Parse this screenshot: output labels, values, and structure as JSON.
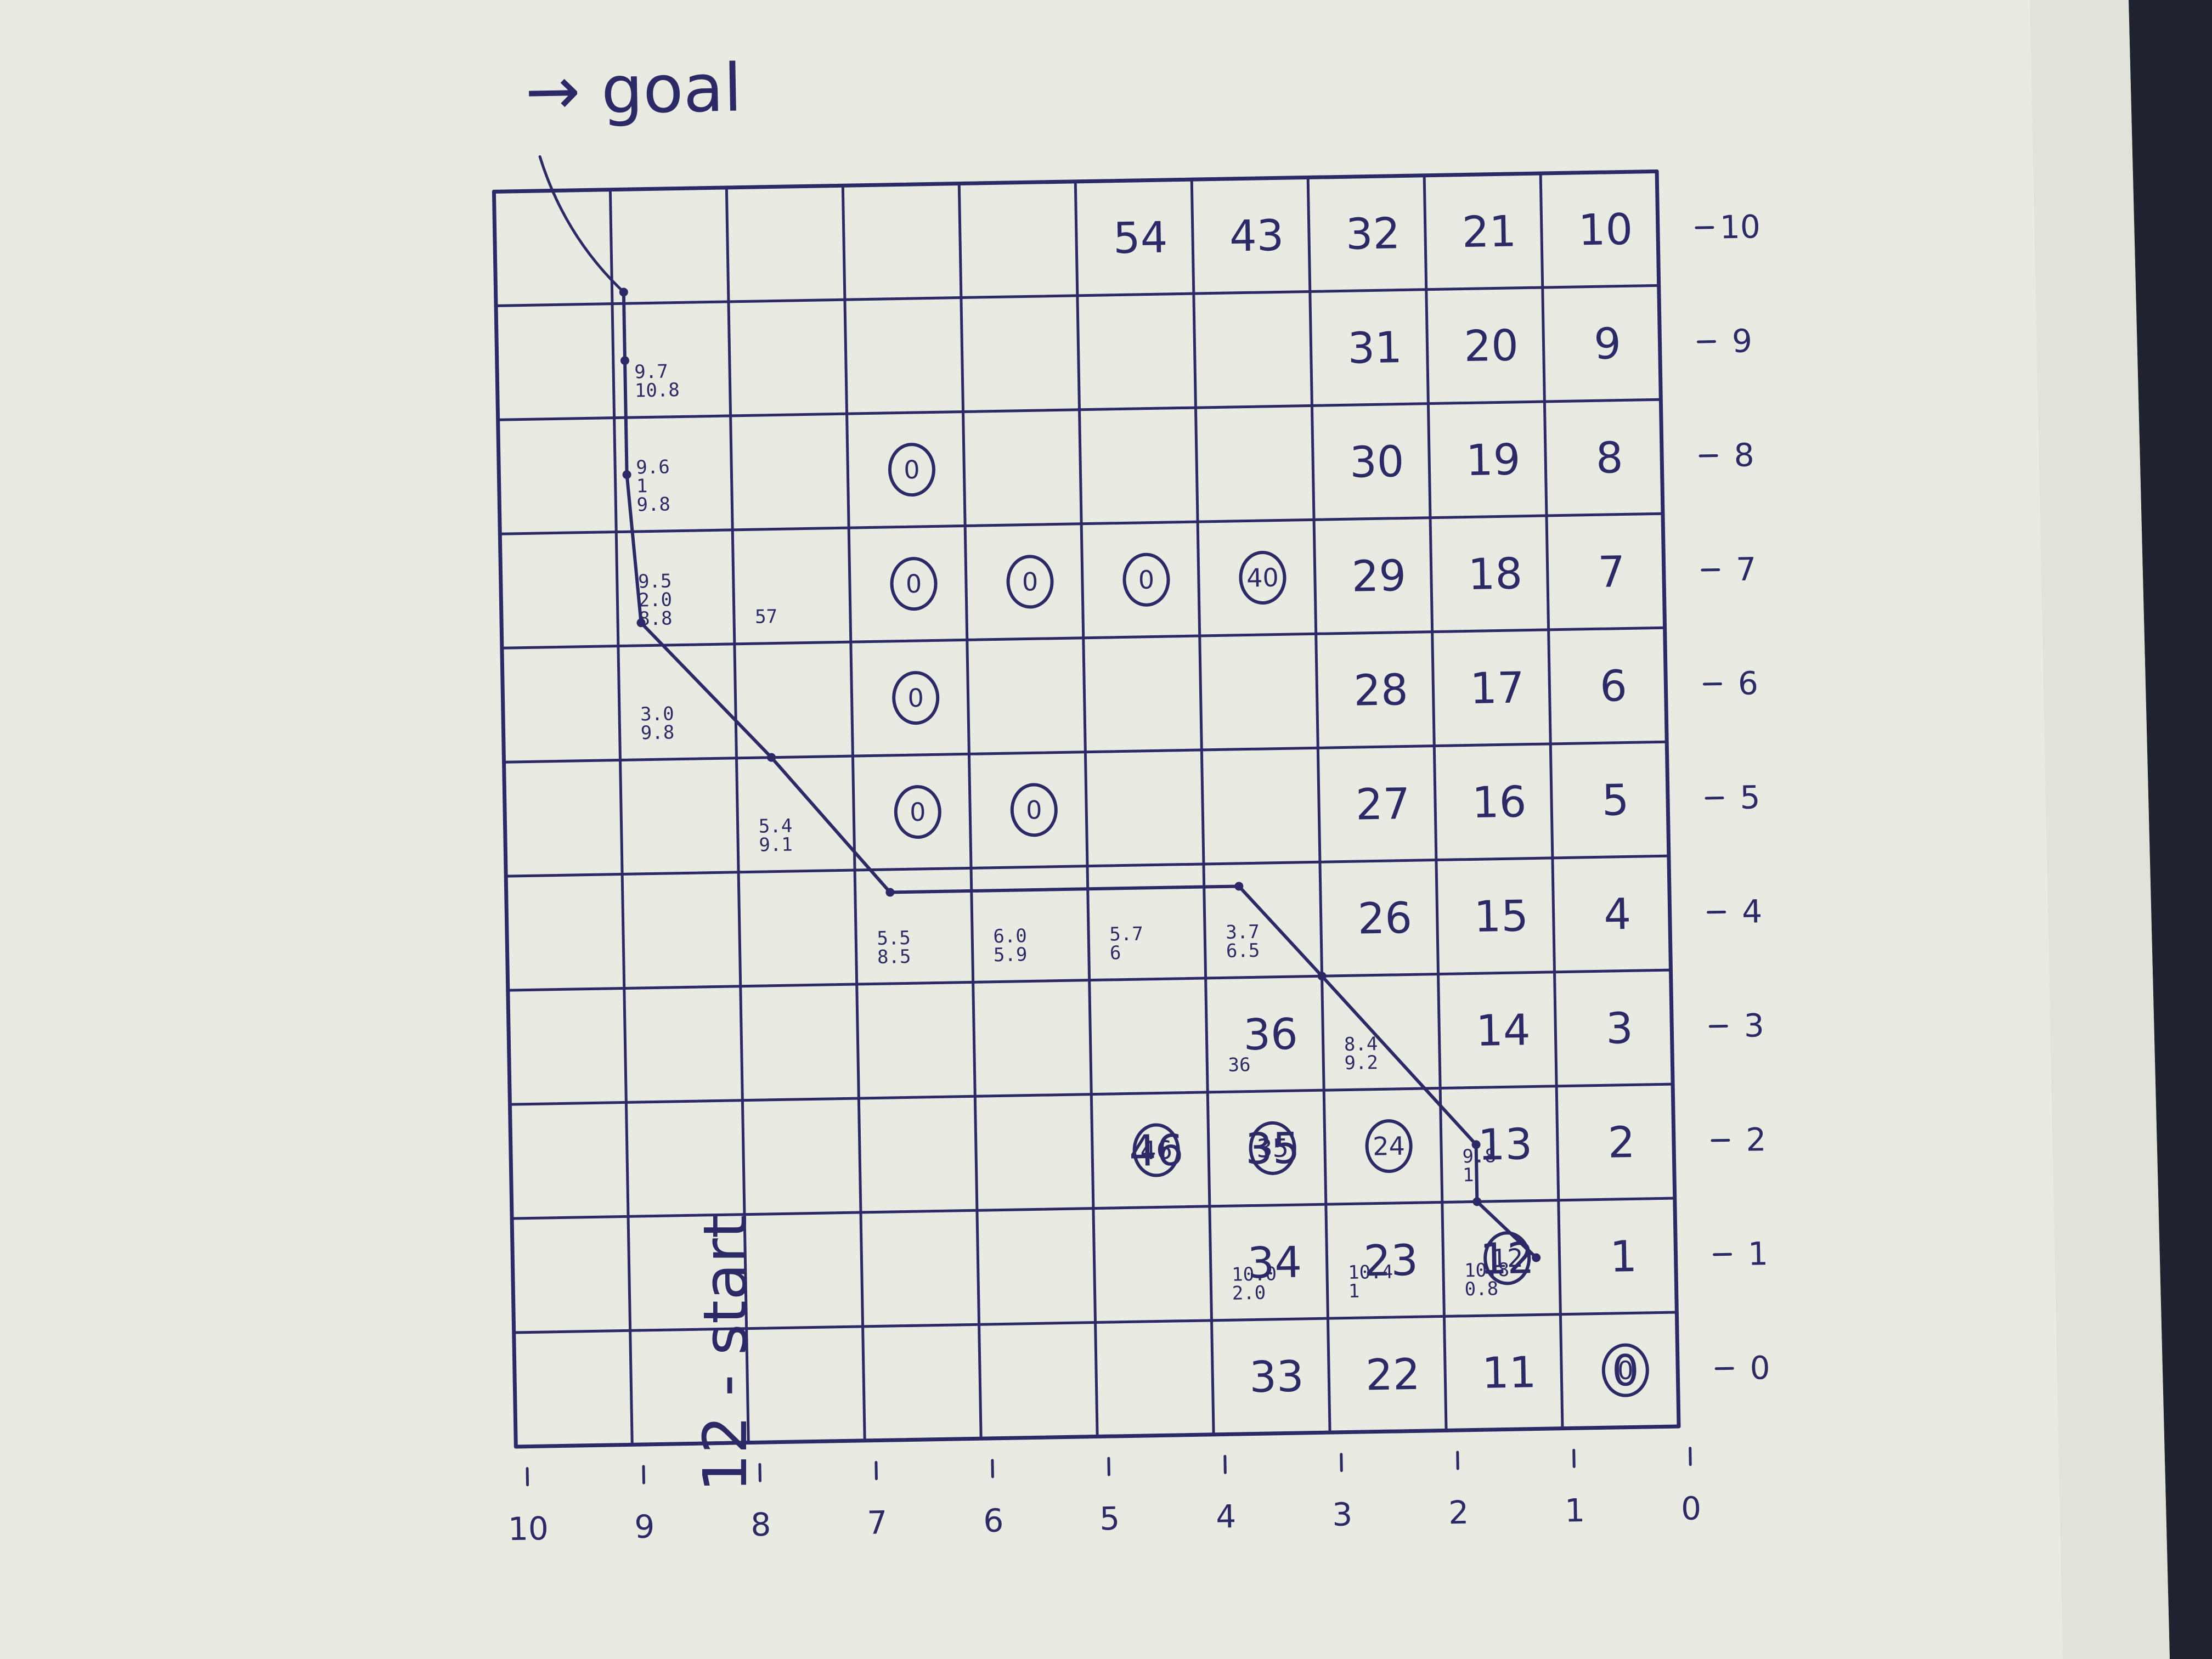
{
  "colors": {
    "paper": "#e9eae2",
    "paper_shadow": "#dcddd4",
    "ink": "#2c2a66",
    "table": "#1f2330"
  },
  "grid": {
    "columns": 11,
    "rows": 10,
    "row_numbers": [
      [
        "0",
        "1",
        "2",
        "3",
        "4",
        "5",
        "6",
        "7",
        "8",
        "9",
        "10"
      ],
      [
        "11",
        "12",
        "13",
        "14",
        "15",
        "16",
        "17",
        "18",
        "19",
        "20",
        "21"
      ],
      [
        "22",
        "23",
        "",
        "",
        "26",
        "27",
        "28",
        "29",
        "30",
        "31",
        "32"
      ],
      [
        "33",
        "34",
        "35",
        "36",
        "",
        "",
        "",
        "",
        "",
        "",
        "43"
      ],
      [
        "",
        "",
        "46",
        "",
        "",
        "",
        "",
        "",
        "",
        "",
        "54"
      ],
      [
        "",
        "",
        "",
        "",
        "",
        "",
        "",
        "",
        "",
        "",
        ""
      ],
      [
        "",
        "",
        "",
        "",
        "",
        "",
        "",
        "",
        "",
        "",
        ""
      ],
      [
        "",
        "",
        "",
        "",
        "",
        "",
        "",
        "",
        "",
        "",
        ""
      ],
      [
        "",
        "",
        "",
        "",
        "",
        "",
        "",
        "",
        "",
        "",
        ""
      ],
      [
        "",
        "",
        "",
        "",
        "",
        "",
        "",
        "",
        "",
        "",
        ""
      ]
    ],
    "circled": [
      {
        "row": 1,
        "col": 1,
        "text": "12"
      },
      {
        "row": 2,
        "col": 2,
        "text": "24"
      },
      {
        "row": 3,
        "col": 2,
        "text": "35"
      },
      {
        "row": 4,
        "col": 2,
        "text": "46"
      },
      {
        "row": 3,
        "col": 7,
        "text": "40"
      },
      {
        "row": 4,
        "col": 7,
        "text": "0"
      },
      {
        "row": 5,
        "col": 7,
        "text": "0"
      },
      {
        "row": 6,
        "col": 7,
        "text": "0"
      },
      {
        "row": 6,
        "col": 8,
        "text": "0"
      },
      {
        "row": 6,
        "col": 5,
        "text": "0"
      },
      {
        "row": 6,
        "col": 6,
        "text": "0"
      },
      {
        "row": 5,
        "col": 5,
        "text": "0"
      },
      {
        "row": 0,
        "col": 0,
        "text": "0"
      }
    ],
    "annotations": [
      {
        "row": 1,
        "col": 1,
        "lines": [
          "0.8",
          "10.8"
        ]
      },
      {
        "row": 2,
        "col": 1,
        "lines": [
          "1",
          "10.4"
        ]
      },
      {
        "row": 3,
        "col": 1,
        "lines": [
          "2.0",
          "10.0"
        ]
      },
      {
        "row": 1,
        "col": 2,
        "lines": [
          "1",
          "9.8"
        ]
      },
      {
        "row": 2,
        "col": 3,
        "lines": [
          "9.2",
          "8.4"
        ]
      },
      {
        "row": 3,
        "col": 3,
        "lines": [
          "36"
        ]
      },
      {
        "row": 3,
        "col": 4,
        "lines": [
          "6.5",
          "3.7"
        ]
      },
      {
        "row": 4,
        "col": 4,
        "lines": [
          "6",
          "5.7"
        ]
      },
      {
        "row": 5,
        "col": 4,
        "lines": [
          "5.9",
          "6.0"
        ]
      },
      {
        "row": 6,
        "col": 4,
        "lines": [
          "8.5",
          "5.5"
        ]
      },
      {
        "row": 7,
        "col": 5,
        "lines": [
          "9.1",
          "5.4"
        ]
      },
      {
        "row": 7,
        "col": 7,
        "lines": [
          "57"
        ]
      },
      {
        "row": 8,
        "col": 6,
        "lines": [
          "9.8",
          "3.0"
        ]
      },
      {
        "row": 8,
        "col": 7,
        "lines": [
          "8.8",
          "2.0",
          "9.5"
        ]
      },
      {
        "row": 8,
        "col": 8,
        "lines": [
          "9.8",
          "1",
          "9.6"
        ]
      },
      {
        "row": 8,
        "col": 9,
        "lines": [
          "10.8",
          "9.7"
        ]
      }
    ],
    "path_note": "→ goal",
    "x_ticks": [
      "0",
      "1",
      "2",
      "3",
      "4",
      "5",
      "6",
      "7",
      "8",
      "9",
      "10"
    ],
    "y_ticks": [
      "0",
      "1",
      "2",
      "3",
      "4",
      "5",
      "6",
      "7",
      "8",
      "9",
      "10"
    ]
  },
  "caption": "12 - start"
}
